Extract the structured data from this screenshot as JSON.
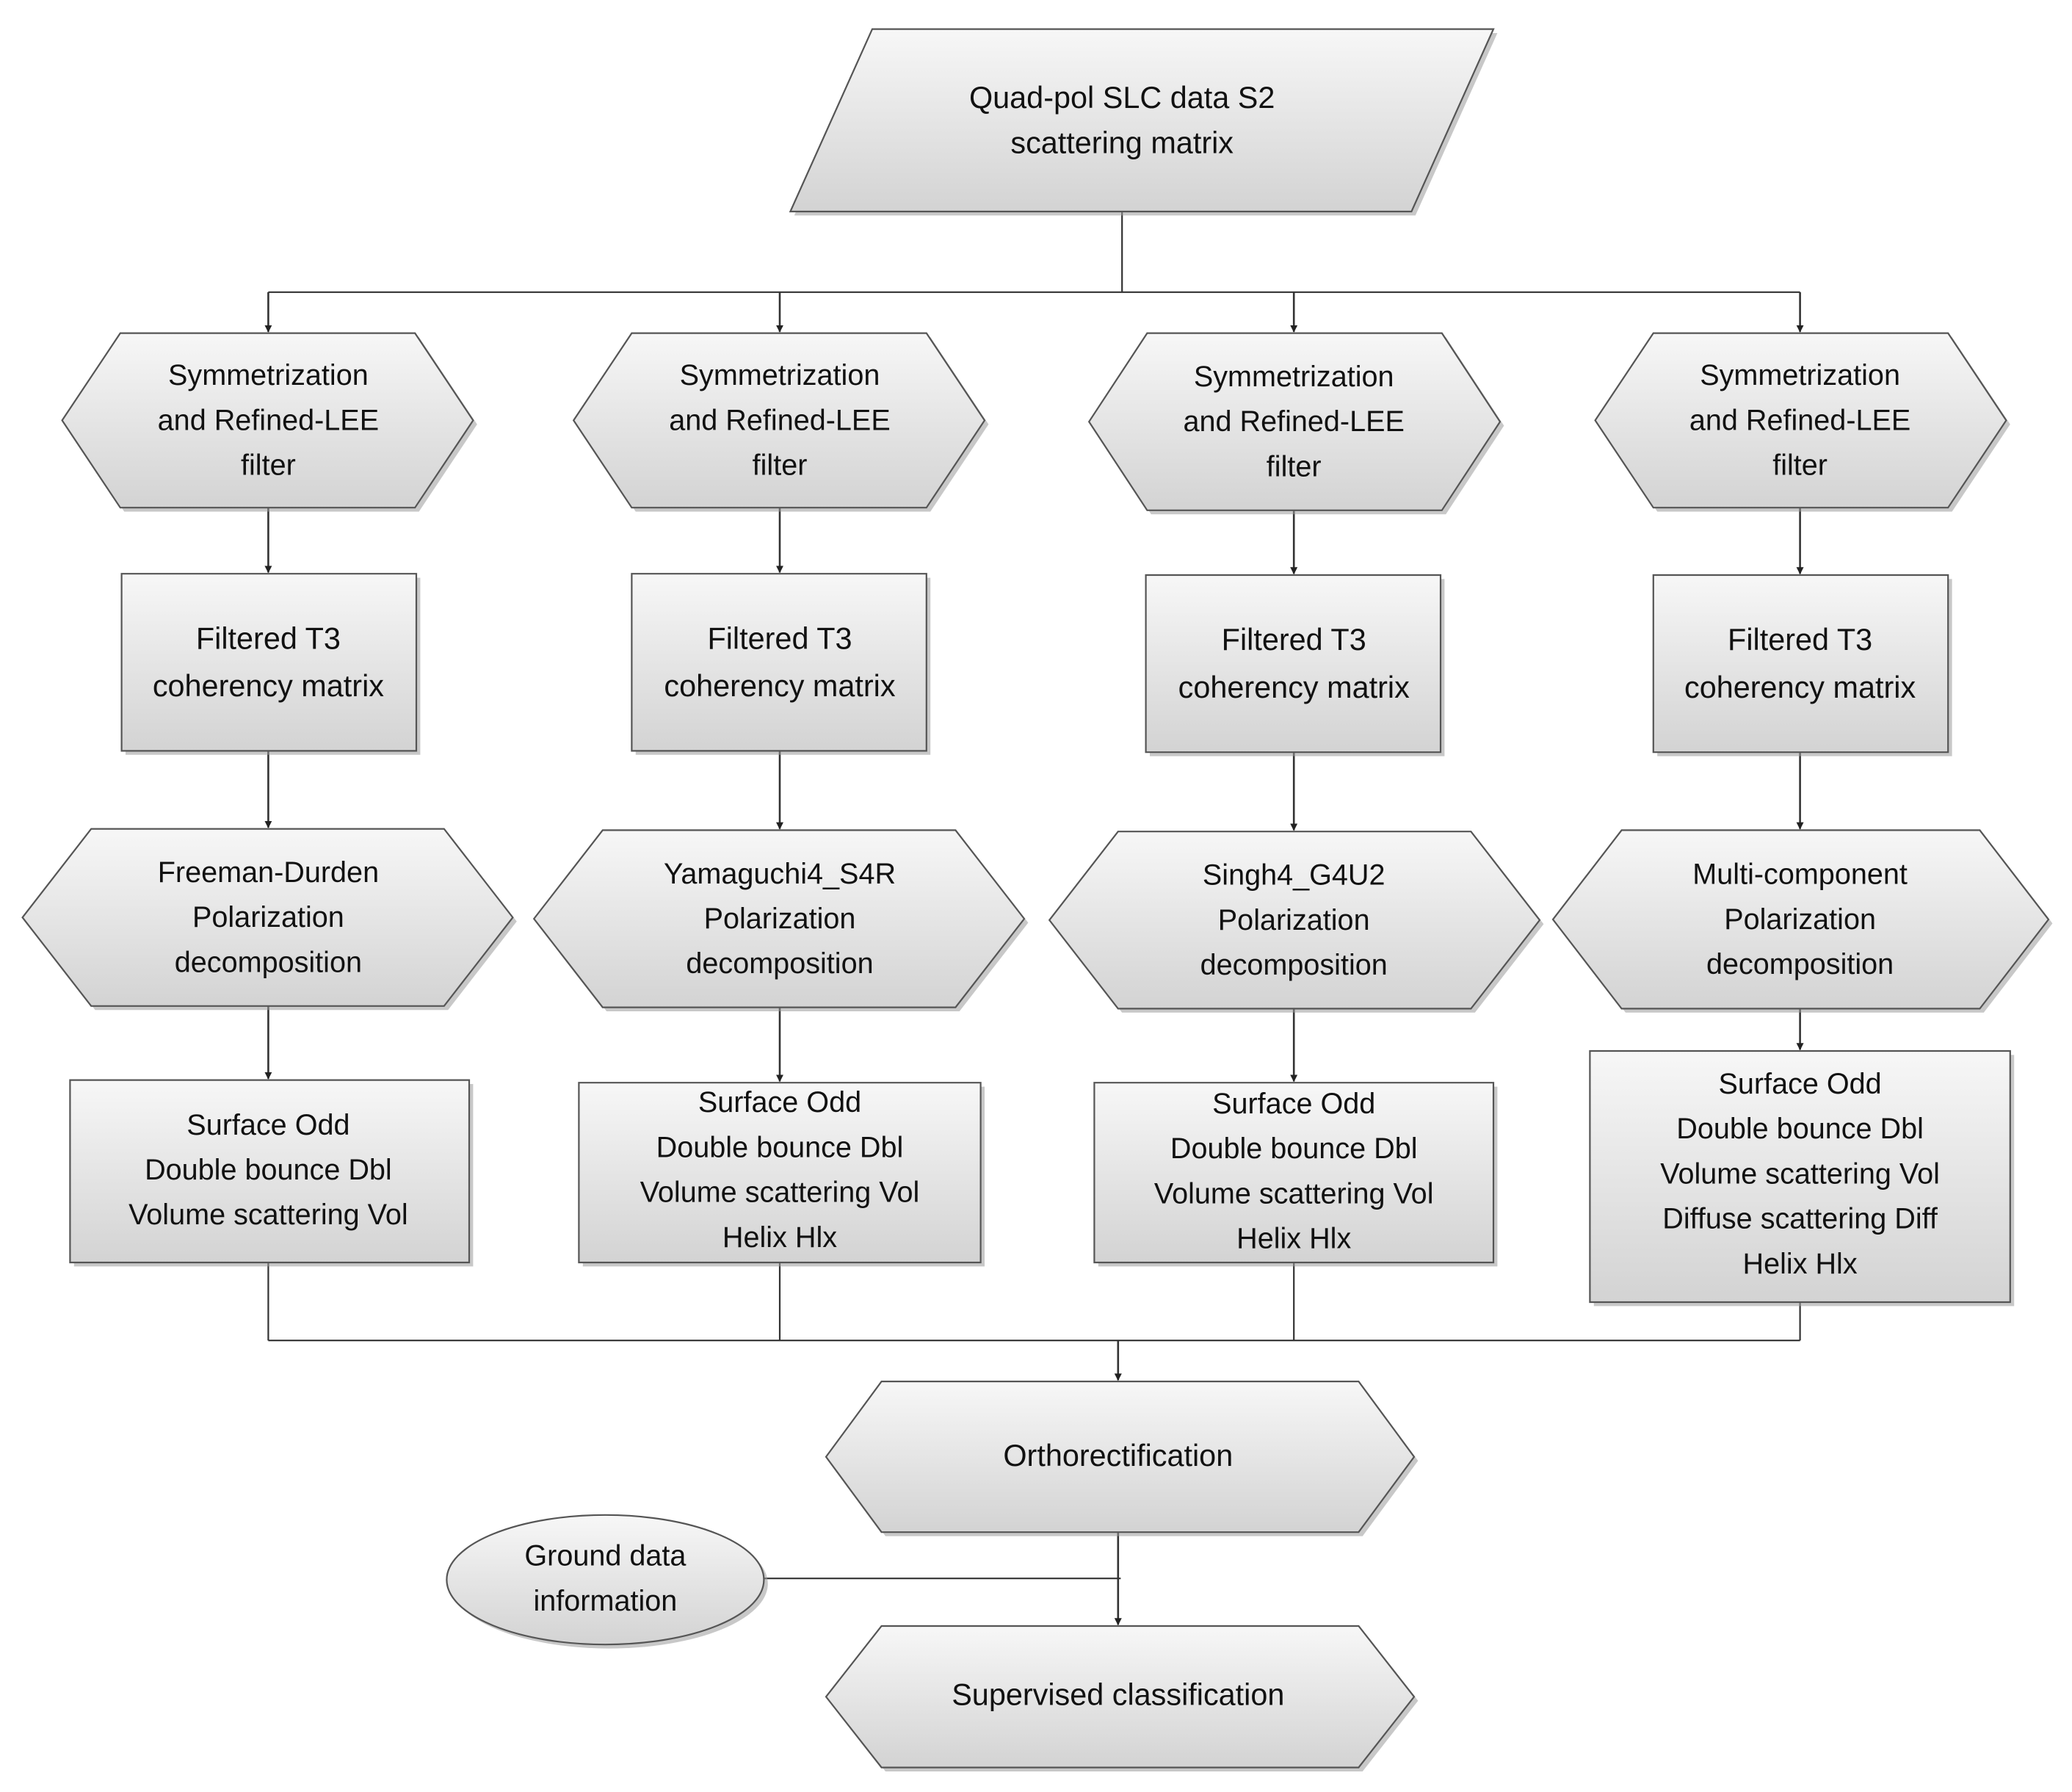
{
  "input": {
    "lines": [
      "Quad-pol SLC data S2",
      "scattering matrix"
    ]
  },
  "columns": [
    {
      "filter": [
        "Symmetrization",
        "and Refined-LEE",
        "filter"
      ],
      "matrix": [
        "Filtered T3",
        "coherency matrix"
      ],
      "decomposition": [
        "Freeman-Durden",
        "Polarization",
        "decomposition"
      ],
      "outputs": [
        "Surface Odd",
        "Double bounce Dbl",
        "Volume scattering Vol"
      ]
    },
    {
      "filter": [
        "Symmetrization",
        "and Refined-LEE",
        "filter"
      ],
      "matrix": [
        "Filtered T3",
        "coherency matrix"
      ],
      "decomposition": [
        "Yamaguchi4_S4R",
        "Polarization",
        "decomposition"
      ],
      "outputs": [
        "Surface Odd",
        "Double bounce Dbl",
        "Volume scattering Vol",
        "Helix Hlx"
      ]
    },
    {
      "filter": [
        "Symmetrization",
        "and Refined-LEE",
        "filter"
      ],
      "matrix": [
        "Filtered T3",
        "coherency matrix"
      ],
      "decomposition": [
        "Singh4_G4U2",
        "Polarization",
        "decomposition"
      ],
      "outputs": [
        "Surface Odd",
        "Double bounce Dbl",
        "Volume scattering Vol",
        "Helix Hlx"
      ]
    },
    {
      "filter": [
        "Symmetrization",
        "and Refined-LEE",
        "filter"
      ],
      "matrix": [
        "Filtered T3",
        "coherency matrix"
      ],
      "decomposition": [
        "Multi-component",
        "Polarization",
        "decomposition"
      ],
      "outputs": [
        "Surface Odd",
        "Double bounce Dbl",
        "Volume scattering Vol",
        "Diffuse scattering Diff",
        "Helix Hlx"
      ]
    }
  ],
  "orthorectification": {
    "lines": [
      "Orthorectification"
    ]
  },
  "ground_data": {
    "lines": [
      "Ground data",
      "information"
    ]
  },
  "classification": {
    "lines": [
      "Supervised classification"
    ]
  },
  "colors": {
    "fill_top": "#f7f7f7",
    "fill_bottom": "#d3d3d3",
    "stroke": "#555555",
    "line": "#333333",
    "shadow": "#9a9a9a"
  }
}
